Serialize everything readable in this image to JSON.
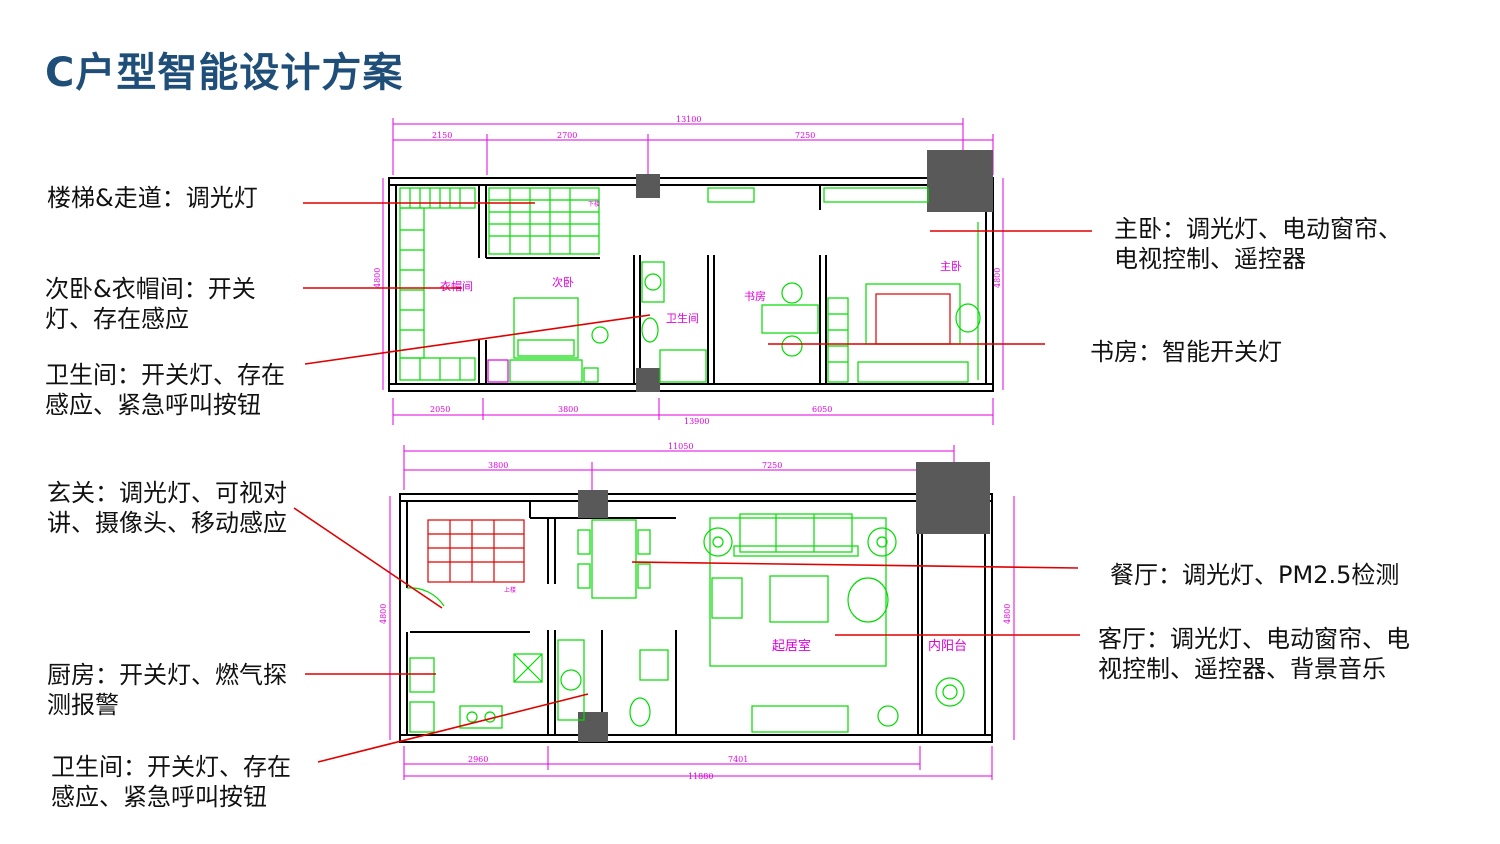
{
  "title": "C户型智能设计方案",
  "colors": {
    "title": "#1f4e79",
    "callout": "#e00000",
    "wall": "#000000",
    "furniture": "#00dd00",
    "dimension": "#e000e0",
    "column": "#595959"
  },
  "upper_plan": {
    "dims_top": {
      "total": "13100",
      "a": "2150",
      "b": "2700",
      "c": "7250"
    },
    "dims_bottom": {
      "a": "2050",
      "b": "3800",
      "c": "6050",
      "total": "13900"
    },
    "dims_side": {
      "left": "4800",
      "right": "4800"
    },
    "rooms": {
      "closet": "衣帽间",
      "second_bedroom": "次卧",
      "bathroom": "卫生间",
      "study": "书房",
      "master_bedroom": "主卧"
    },
    "small": {
      "up": "下楼"
    }
  },
  "lower_plan": {
    "dims_top": {
      "total": "11050",
      "a": "3800",
      "b": "7250"
    },
    "dims_bottom": {
      "a": "2960",
      "b": "7401",
      "total": "11880"
    },
    "dims_side": {
      "left": "4800",
      "right": "4800"
    },
    "rooms": {
      "living": "起居室",
      "balcony": "内阳台"
    },
    "small": {
      "up": "上楼"
    }
  },
  "annotations": {
    "stairs": "楼梯&走道：调光灯",
    "second_bedroom_1": "次卧&衣帽间：开关",
    "second_bedroom_2": "灯、存在感应",
    "bath_upper_1": "卫生间：开关灯、存在",
    "bath_upper_2": "感应、紧急呼叫按钮",
    "master_1": "主卧：调光灯、电动窗帘、",
    "master_2": "电视控制、遥控器",
    "study": "书房：智能开关灯",
    "entrance_1": "玄关：调光灯、可视对",
    "entrance_2": "讲、摄像头、移动感应",
    "dining": "餐厅：调光灯、PM2.5检测",
    "living_1": "客厅：调光灯、电动窗帘、电",
    "living_2": "视控制、遥控器、背景音乐",
    "kitchen_1": "厨房：开关灯、燃气探",
    "kitchen_2": "测报警",
    "bath_lower_1": "卫生间：开关灯、存在",
    "bath_lower_2": "感应、紧急呼叫按钮"
  }
}
